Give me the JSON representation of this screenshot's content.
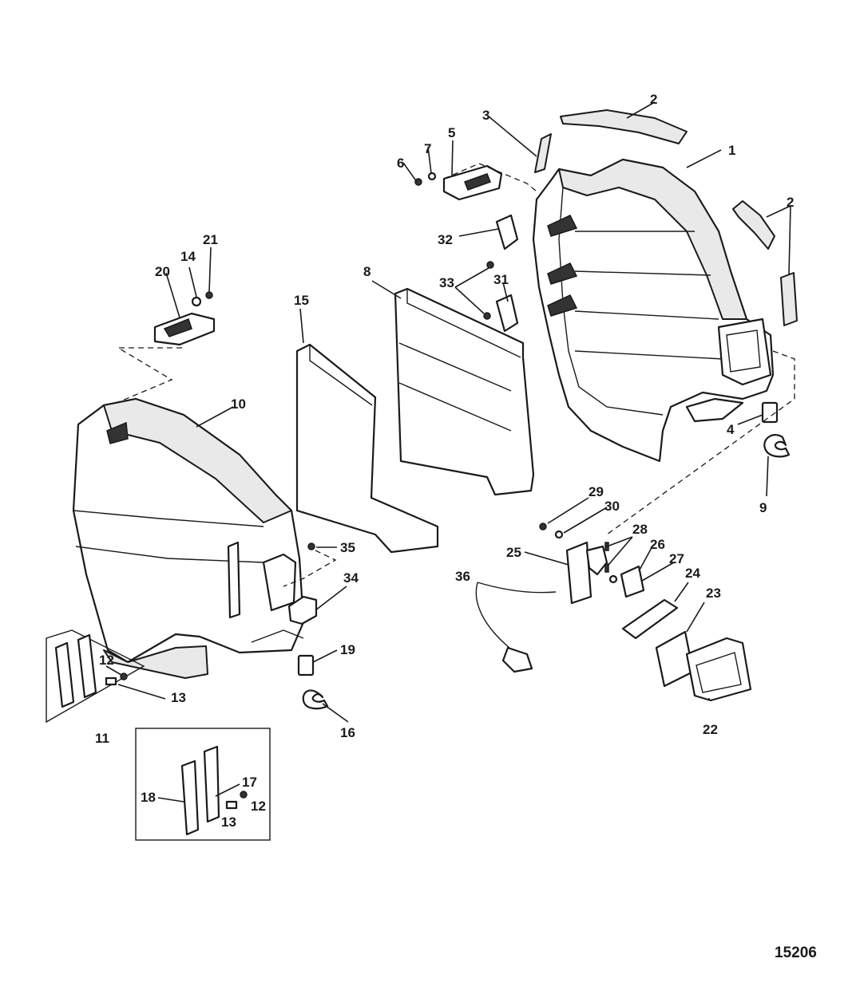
{
  "figure_number": "15206",
  "callouts": {
    "c1": "1",
    "c2a": "2",
    "c2b": "2",
    "c3": "3",
    "c4": "4",
    "c5": "5",
    "c6": "6",
    "c7": "7",
    "c8": "8",
    "c9": "9",
    "c10": "10",
    "c11": "11",
    "c12a": "12",
    "c12b": "12",
    "c13a": "13",
    "c13b": "13",
    "c14": "14",
    "c15": "15",
    "c16": "16",
    "c17": "17",
    "c18": "18",
    "c19": "19",
    "c20": "20",
    "c21": "21",
    "c22": "22",
    "c23": "23",
    "c24": "24",
    "c25": "25",
    "c26": "26",
    "c27": "27",
    "c28": "28",
    "c29": "29",
    "c30": "30",
    "c31": "31",
    "c32": "32",
    "c33": "33",
    "c34": "34",
    "c35": "35",
    "c36": "36"
  }
}
